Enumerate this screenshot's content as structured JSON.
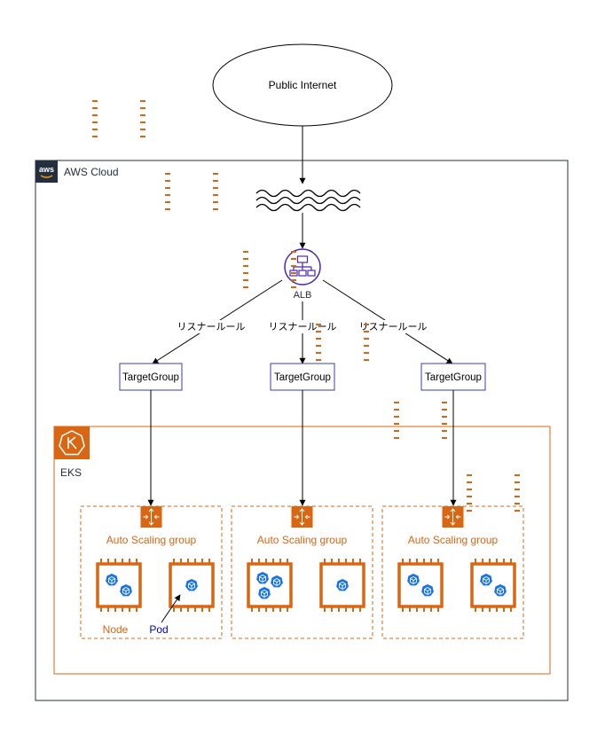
{
  "internet": {
    "label": "Public Internet"
  },
  "aws_cloud": {
    "label": "AWS Cloud",
    "logo_text": "aws"
  },
  "alb": {
    "label": "ALB"
  },
  "rules": [
    "リスナールール",
    "リスナールール",
    "リスナールール"
  ],
  "target_groups": [
    "TargetGroup",
    "TargetGroup",
    "TargetGroup"
  ],
  "eks": {
    "label": "EKS"
  },
  "asgs": [
    {
      "label": "Auto Scaling group",
      "nodes": [
        {
          "pods": 2
        },
        {
          "pods": 1
        }
      ]
    },
    {
      "label": "Auto Scaling group",
      "nodes": [
        {
          "pods": 3
        },
        {
          "pods": 1
        }
      ]
    },
    {
      "label": "Auto Scaling group",
      "nodes": [
        {
          "pods": 2
        },
        {
          "pods": 2
        }
      ]
    }
  ],
  "annotations": {
    "node": "Node",
    "pod": "Pod"
  },
  "colors": {
    "line": "#000000",
    "aws_dark": "#232F3E",
    "alb_purple": "#4D27AA",
    "tg_border": "#3B3BB3",
    "orange": "#D86613",
    "pod_blue": "#1A73E8",
    "pod_text": "#0000CC"
  }
}
